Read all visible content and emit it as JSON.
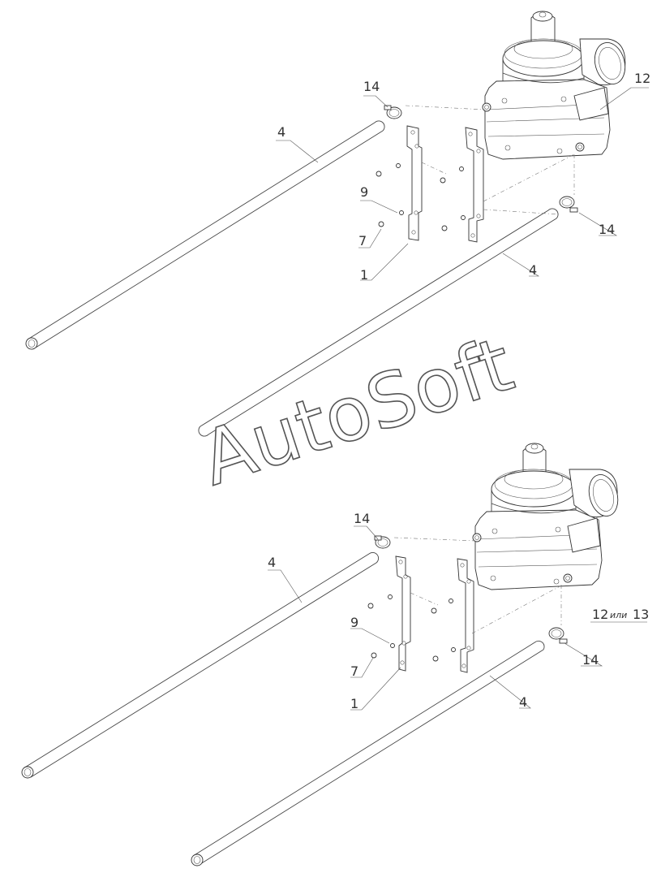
{
  "watermark": "AutoSoft",
  "top_assembly": {
    "labels": {
      "l14a": "14",
      "l12": "12",
      "l4a": "4",
      "l9": "9",
      "l7": "7",
      "l1": "1",
      "l14b": "14",
      "l4b": "4"
    }
  },
  "bottom_assembly": {
    "labels": {
      "l14a": "14",
      "l4a": "4",
      "l9": "9",
      "l7": "7",
      "l1": "1",
      "l12": "12",
      "l12_or": "или",
      "l13": "13",
      "l14b": "14",
      "l4b": "4"
    }
  }
}
